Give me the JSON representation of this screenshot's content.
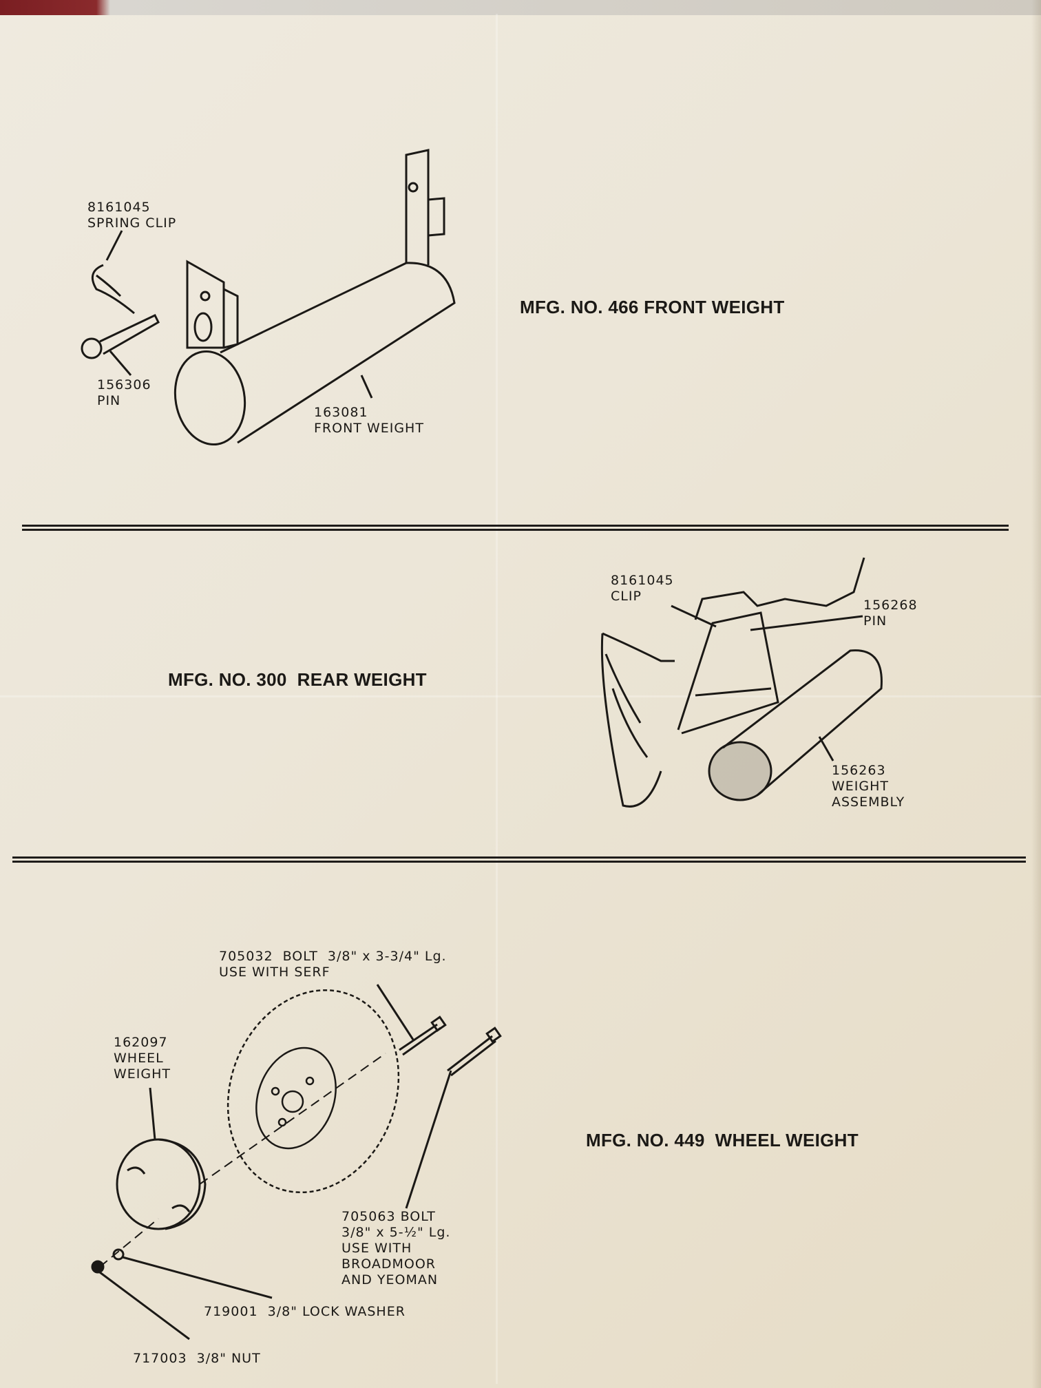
{
  "sections": [
    {
      "title": "MFG. NO. 466 FRONT WEIGHT",
      "parts": [
        {
          "number": "8161045",
          "name": "SPRING CLIP"
        },
        {
          "number": "156306",
          "name": "PIN"
        },
        {
          "number": "163081",
          "name": "FRONT WEIGHT"
        }
      ]
    },
    {
      "title": "MFG. NO. 300  REAR WEIGHT",
      "parts": [
        {
          "number": "8161045",
          "name": "CLIP"
        },
        {
          "number": "156268",
          "name": "PIN"
        },
        {
          "number": "156263",
          "name": "WEIGHT",
          "name2": "ASSEMBLY"
        }
      ]
    },
    {
      "title": "MFG. NO. 449  WHEEL WEIGHT",
      "parts": [
        {
          "line1": "705032  BOLT  3/8\" x 3-3/4\" Lg.",
          "line2": "USE WITH SERF"
        },
        {
          "number": "162097",
          "name": "WHEEL",
          "name2": "WEIGHT"
        },
        {
          "line1": "705063 BOLT",
          "line2": "3/8\" x 5-½\" Lg.",
          "line3": "USE WITH",
          "line4": "BROADMOOR",
          "line5": "AND YEOMAN"
        },
        {
          "line1": "719001  3/8\" LOCK WASHER"
        },
        {
          "line1": "717003  3/8\" NUT"
        }
      ]
    }
  ]
}
